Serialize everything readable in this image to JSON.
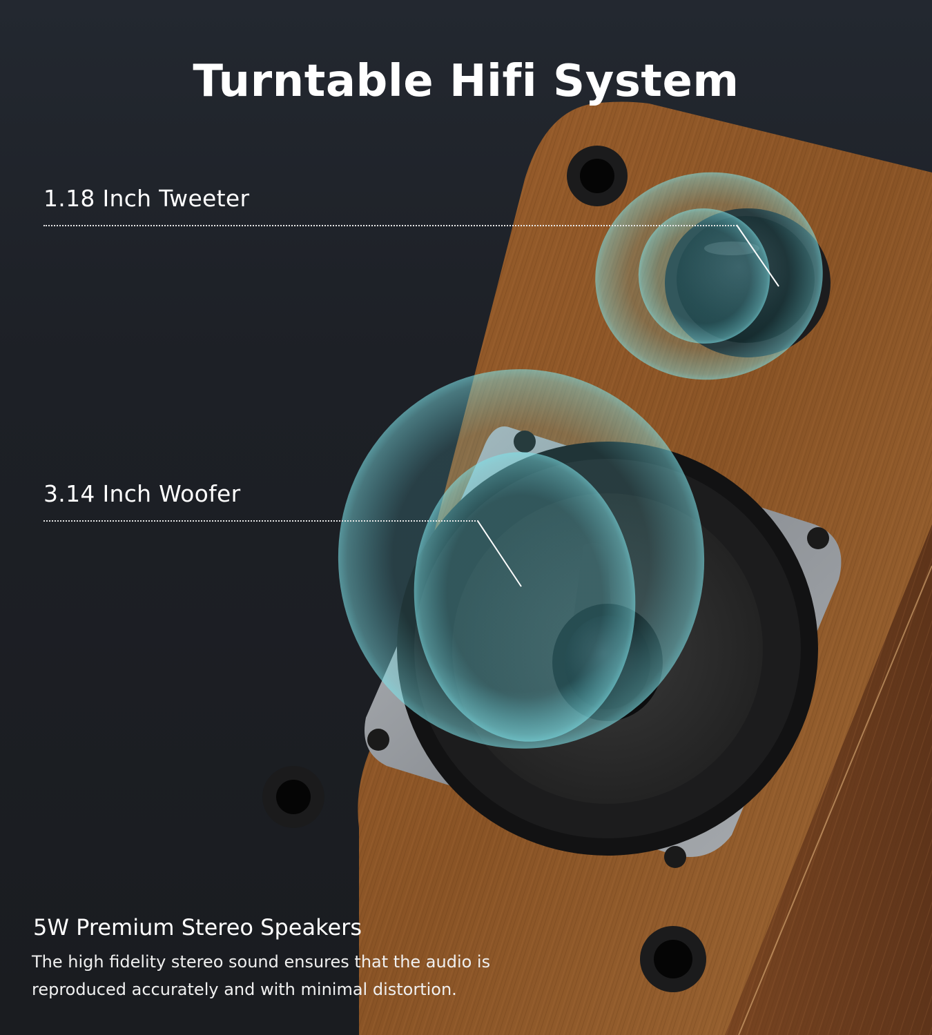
{
  "header": {
    "title": "Turntable Hifi System"
  },
  "callouts": [
    {
      "label": "1.18 Inch Tweeter"
    },
    {
      "label": "3.14 Inch Woofer"
    }
  ],
  "caption": {
    "title": "5W Premium Stereo Speakers",
    "body_line1": "The high fidelity stereo sound ensures that the audio is",
    "body_line2": "reproduced accurately and with minimal distortion."
  },
  "colors": {
    "background": "#1d2026",
    "wood": "#8a5424",
    "wood_side": "#6a3c1e",
    "wave_accent": "#5fd0dc",
    "text": "#ffffff"
  },
  "icons": {
    "tweeter": "tweeter-driver-icon",
    "woofer": "woofer-driver-icon",
    "screw": "screw-icon",
    "foot": "rubber-foot-icon"
  }
}
